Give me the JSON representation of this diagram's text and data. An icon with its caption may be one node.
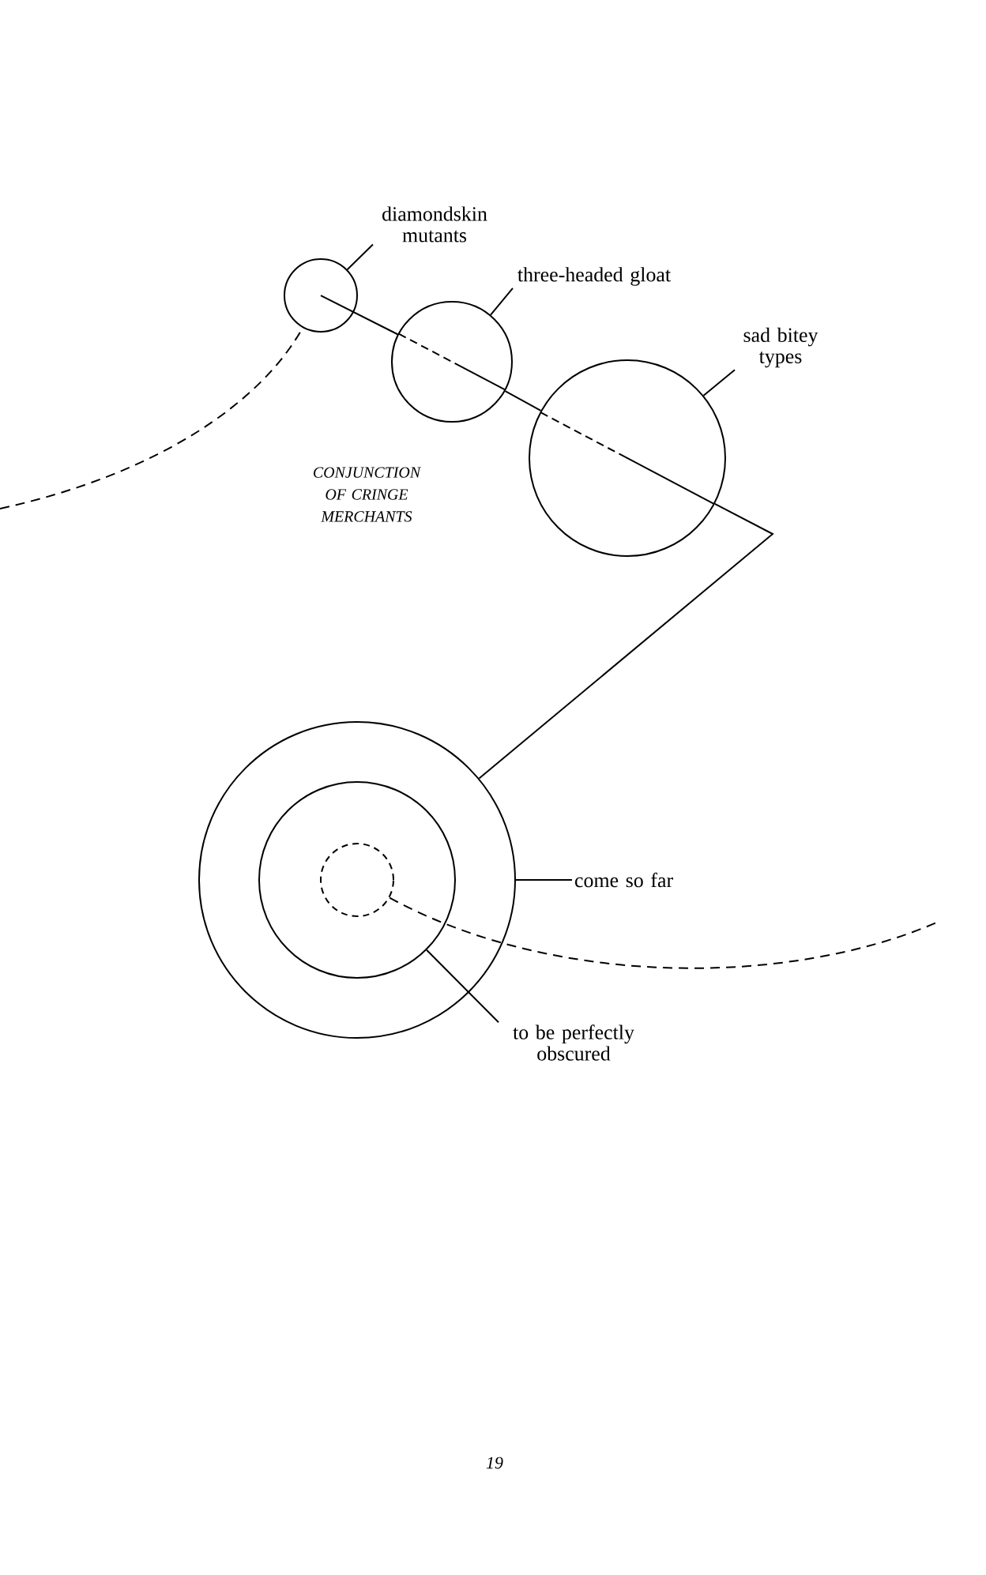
{
  "diagram": {
    "nodes": [
      {
        "text": [
          "diamondskin mutants"
        ]
      },
      {
        "text": [],
        "shape": "circle"
      },
      {
        "text": [
          "three-headed gloat"
        ]
      },
      {
        "text": [],
        "shape": "circle"
      },
      {
        "text": [
          "sad bitey types"
        ]
      },
      {
        "text": [],
        "shape": "circle"
      },
      {
        "text": [],
        "shape": "circle"
      },
      {
        "text": [
          "come so far"
        ]
      },
      {
        "text": [],
        "shape": "circle",
        "in": 6
      },
      {
        "text": [],
        "shape": "circle",
        "in": 8
      },
      {
        "text": [
          "to be perfectly obscured"
        ]
      }
    ],
    "edges": [
      {
        "from": 0,
        "to": 1,
        "arrow": "none"
      },
      {
        "from": 2,
        "to": 3,
        "arrow": "none"
      },
      {
        "from": 4,
        "to": 5,
        "arrow": "none"
      },
      {
        "from": 7,
        "to": 6,
        "arrow": "none"
      },
      {
        "from": 10,
        "to": 8,
        "arrow": "none"
      },
      {
        "from": 1,
        "to": 3,
        "arrow": "none"
      },
      {
        "from": 3,
        "to": 5,
        "arrow": "none"
      },
      {
        "from": 5,
        "to": 6,
        "arrow": "none"
      },
      {
        "from": null,
        "to": 1,
        "arrow": "none",
        "style": "dashed"
      },
      {
        "from": 9,
        "to": null,
        "arrow": "none",
        "style": "dashed"
      }
    ],
    "labels": [
      "CONJUNCTION OF CRINGE MERCHANTS",
      "19"
    ]
  }
}
